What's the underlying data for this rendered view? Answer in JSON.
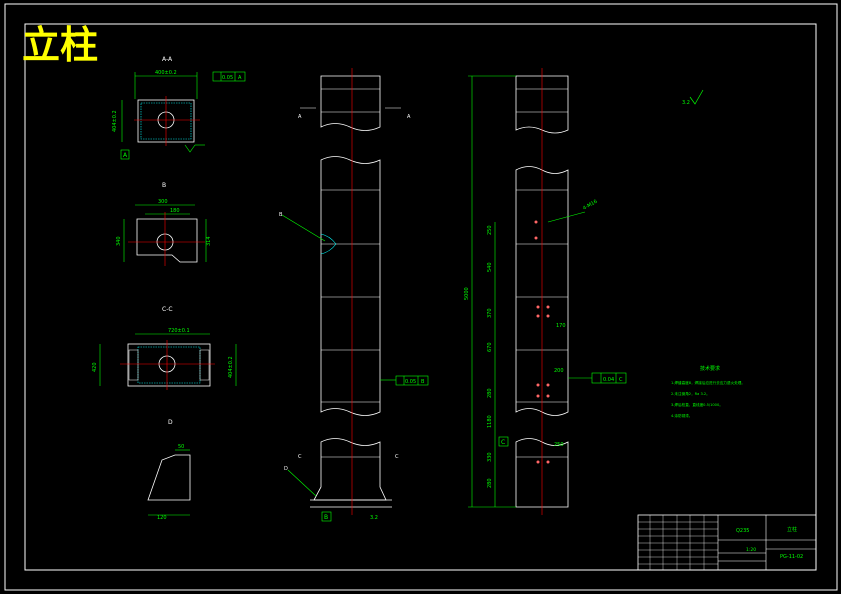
{
  "drawing": {
    "title": "立柱",
    "section_labels": {
      "aa": "A-A",
      "b": "B",
      "cc": "C-C",
      "d": "D"
    },
    "view_marks": {
      "a_left": "A",
      "a_right": "A",
      "c_left": "C",
      "c_right": "C",
      "b_callout": "B",
      "d_callout": "D",
      "datum_a": "A",
      "datum_b": "B",
      "datum_c": "C"
    },
    "tolerances": {
      "aa_frame": "0.05",
      "front_frame": "0.05",
      "side_frame": "0.04"
    },
    "dimensions": {
      "aa_width": "400±0.2",
      "aa_height": "404±0.2",
      "b_width": "300",
      "b_inner": "180",
      "b_height": "340",
      "b_right": "314",
      "cc_width": "720±0.1",
      "cc_left": "420",
      "cc_height": "404±0.2",
      "d_top": "50",
      "d_width": "120",
      "side_total": "5000",
      "side_1": "250",
      "side_2": "540",
      "side_3": "370",
      "side_4": "670",
      "side_5": "280",
      "side_6": "1180",
      "side_7": "330",
      "side_8": "280",
      "hole_note": "4-M16",
      "side_small_1": "170",
      "side_small_2": "200",
      "side_small_3": "250",
      "roughness": "3.2"
    },
    "tech_req": {
      "heading": "技术要求",
      "lines": [
        "1.焊缝高度8，焊接后应进行去应力退火处理。",
        "2.未注倒角2，Ra 3.2。",
        "3.焊后校直，直线度0.5/1000。",
        "4.涂防锈漆。"
      ]
    },
    "title_block": {
      "material": "Q235",
      "scale": "1:20",
      "drawing_no": "PG-11-02",
      "name": "立柱"
    }
  }
}
